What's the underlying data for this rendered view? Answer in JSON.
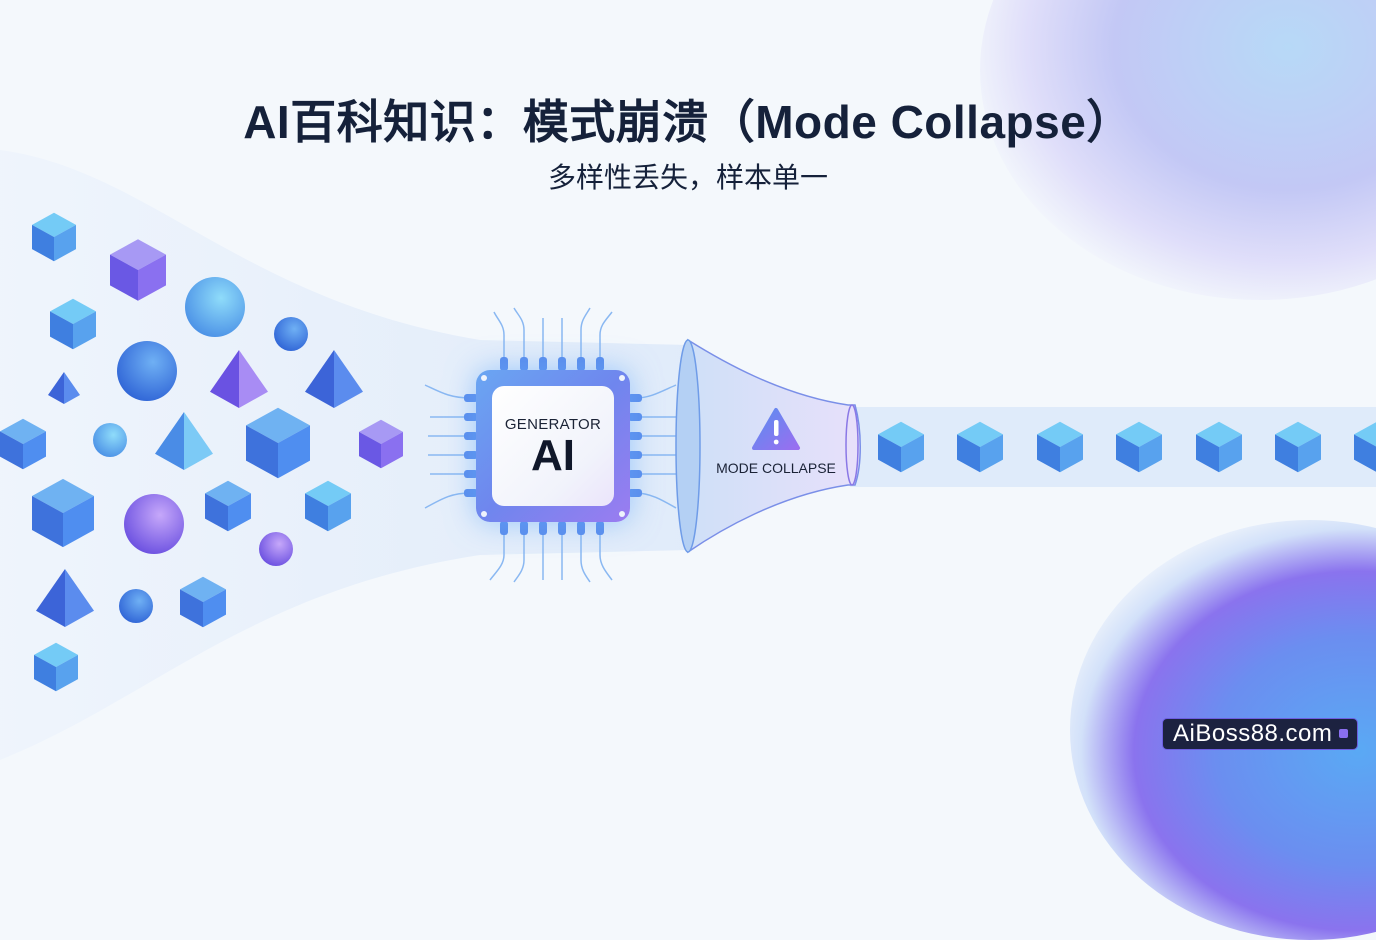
{
  "title": "AI百科知识：模式崩溃（Mode Collapse）",
  "subtitle": "多样性丢失，样本单一",
  "generator": {
    "label": "GENERATOR",
    "name": "AI"
  },
  "funnel": {
    "warning_icon": "warning-triangle-icon",
    "label": "MODE COLLAPSE"
  },
  "watermark": {
    "text": "AiBoss88.com"
  },
  "colors": {
    "title": "#15213a",
    "cube_light": "#5aa4ee",
    "cube_blue": "#4a7de6",
    "purple": "#8a6ff0",
    "chip_gradient_start": "#6aa6f2",
    "chip_gradient_end": "#9b7cf0",
    "watermark_bg": "#1c2240"
  },
  "input_shapes": [
    "cube",
    "cube",
    "sphere",
    "cube",
    "sphere",
    "sphere",
    "pyramid",
    "pyramid",
    "pyramid",
    "cube",
    "sphere",
    "pyramid",
    "cube",
    "cube",
    "cube",
    "sphere",
    "cube",
    "cube",
    "sphere",
    "pyramid",
    "sphere",
    "cube",
    "cube"
  ],
  "output_shapes": [
    "cube",
    "cube",
    "cube",
    "cube",
    "cube",
    "cube",
    "cube"
  ]
}
